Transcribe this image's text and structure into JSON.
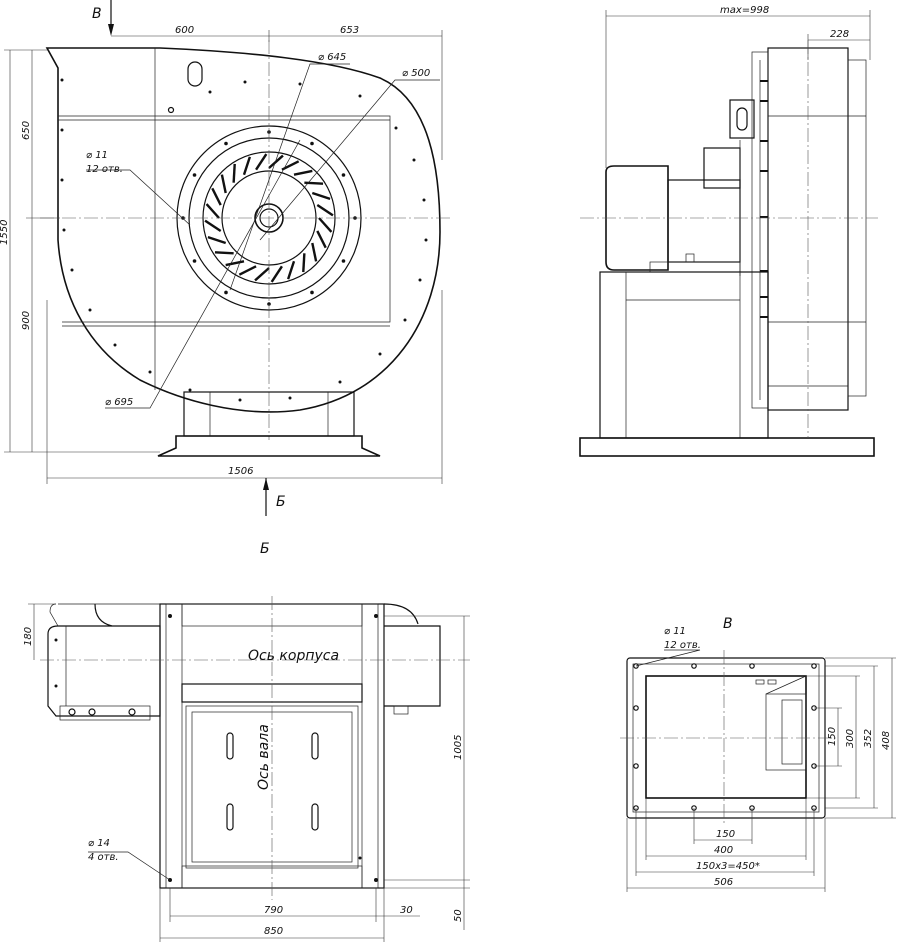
{
  "views": {
    "front": {
      "flow_label": "B",
      "dims": {
        "left_w": "600",
        "right_w": "653",
        "top_h": "650",
        "total_h": "1550",
        "bot_h": "900",
        "total_w": "1506"
      },
      "callouts": {
        "d645": "⌀ 645",
        "d500": "⌀ 500",
        "holes_d": "⌀ 11",
        "holes_n": "12 отв.",
        "d695": "⌀ 695"
      },
      "view_arrow": "Б"
    },
    "side": {
      "dims": {
        "max": "max=998",
        "d228": "228"
      }
    },
    "bottom": {
      "title": "Б",
      "axis_housing": "Ось корпуса",
      "axis_shaft": "Ось вала",
      "dims": {
        "h180": "180",
        "h1005": "1005",
        "w790": "790",
        "w850": "850",
        "w30": "30",
        "h50": "50"
      },
      "callouts": {
        "holes_d": "⌀ 14",
        "holes_n": "4 отв."
      }
    },
    "flange": {
      "title": "В",
      "callouts": {
        "holes_d": "⌀ 11",
        "holes_n": "12 отв."
      },
      "dims": {
        "w150": "150",
        "w400": "400",
        "w_pitch": "150x3=450*",
        "w506": "506",
        "h150": "150",
        "h300": "300",
        "h352": "352",
        "h408": "408"
      }
    }
  }
}
